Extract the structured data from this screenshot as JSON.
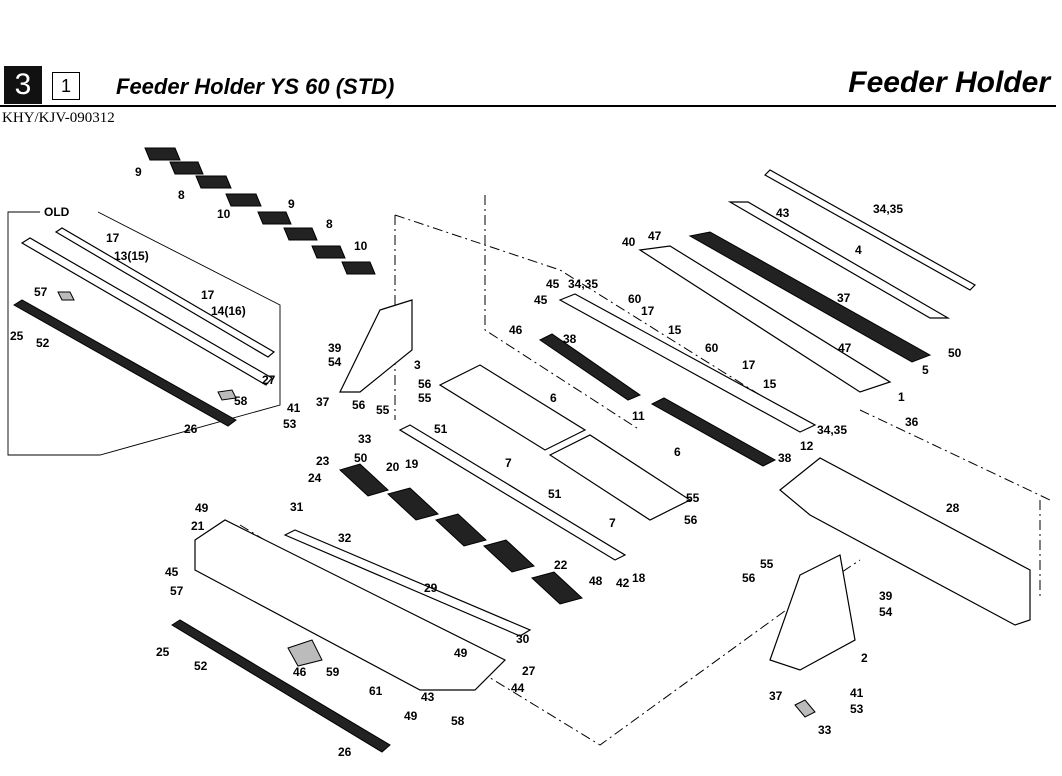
{
  "header": {
    "section_number": "3",
    "sub_number": "1",
    "title": "Feeder Holder YS 60 (STD)",
    "title_right": "Feeder Holder",
    "doc_code": "KHY/KJV-090312"
  },
  "old_box": {
    "label": "OLD"
  },
  "callouts": {
    "c9a": "9",
    "c8a": "8",
    "c10a": "10",
    "c9b": "9",
    "c8b": "8",
    "c10b": "10",
    "c17a": "17",
    "c13": "13(15)",
    "c17b": "17",
    "c14": "14(16)",
    "c57a": "57",
    "c25a": "25",
    "c52a": "52",
    "c27a": "27",
    "c58a": "58",
    "c26a": "26",
    "c39a": "39",
    "c54a": "54",
    "c3": "3",
    "c56a": "56",
    "c55a": "55",
    "c37a": "37",
    "c41a": "41",
    "c53a": "53",
    "c33a": "33",
    "c43a": "43",
    "c34a": "34,35",
    "c4": "4",
    "c40": "40",
    "c47a": "47",
    "c37b": "37",
    "c47b": "47",
    "c50a": "50",
    "c5": "5",
    "c1": "1",
    "c36": "36",
    "c45a": "45",
    "c34b": "34,35",
    "c45b": "45",
    "c60a": "60",
    "c17c": "17",
    "c46a": "46",
    "c38a": "38",
    "c15a": "15",
    "c60b": "60",
    "c17d": "17",
    "c15b": "15",
    "c11": "11",
    "c34c": "34,35",
    "c12": "12",
    "c38b": "38",
    "c56b": "56",
    "c55b": "55",
    "c6a": "6",
    "c51a": "51",
    "c7a": "7",
    "c6b": "6",
    "c51b": "51",
    "c55c": "55",
    "c7b": "7",
    "c56c": "56",
    "c23": "23",
    "c24": "24",
    "c50b": "50",
    "c20": "20",
    "c19": "19",
    "c31": "31",
    "c32": "32",
    "c49a": "49",
    "c21": "21",
    "c22": "22",
    "c48": "48",
    "c42": "42",
    "c18": "18",
    "c45c": "45",
    "c57b": "57",
    "c29": "29",
    "c30": "30",
    "c25b": "25",
    "c52b": "52",
    "c46b": "46",
    "c59": "59",
    "c49b": "49",
    "c27b": "27",
    "c44": "44",
    "c61": "61",
    "c43b": "43",
    "c49c": "49",
    "c58b": "58",
    "c26b": "26",
    "c28": "28",
    "c55d": "55",
    "c56d": "56",
    "c39b": "39",
    "c54b": "54",
    "c2": "2",
    "c37c": "37",
    "c41b": "41",
    "c53b": "53",
    "c33b": "33"
  }
}
